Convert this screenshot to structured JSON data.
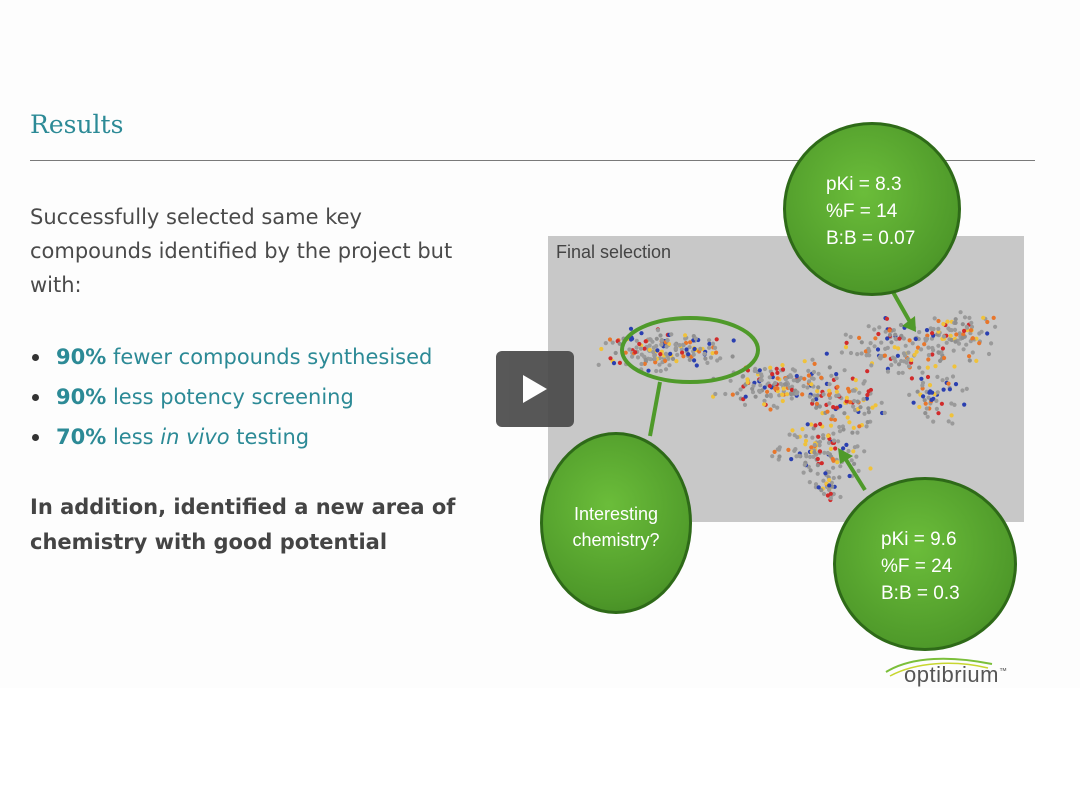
{
  "slide": {
    "title": "Results",
    "intro": "Successfully selected same key compounds identified by the project but with:",
    "bullets": [
      {
        "bold": "90%",
        "rest": " fewer compounds synthesised",
        "italic": "",
        "tail": ""
      },
      {
        "bold": "90%",
        "rest": " less potency screening",
        "italic": "",
        "tail": ""
      },
      {
        "bold": "70%",
        "rest": " less ",
        "italic": "in vivo",
        "tail": " testing"
      }
    ],
    "addition": "In addition, identified a new area of chemistry with good potential",
    "plot_label": "Final selection",
    "bubble_top": [
      "pKi = 8.3",
      "%F = 14",
      "B:B = 0.07"
    ],
    "bubble_bottom": [
      "pKi = 9.6",
      "%F = 24",
      "B:B = 0.3"
    ],
    "bubble_left": [
      "Interesting",
      "chemistry?"
    ],
    "logo": "optibrium",
    "logo_tm": "™"
  },
  "colors": {
    "accent": "#2c8a96",
    "bubble_green": "#5aa832",
    "plot_bg": "#c8c8c8"
  },
  "icons": {
    "play": "play-icon"
  }
}
